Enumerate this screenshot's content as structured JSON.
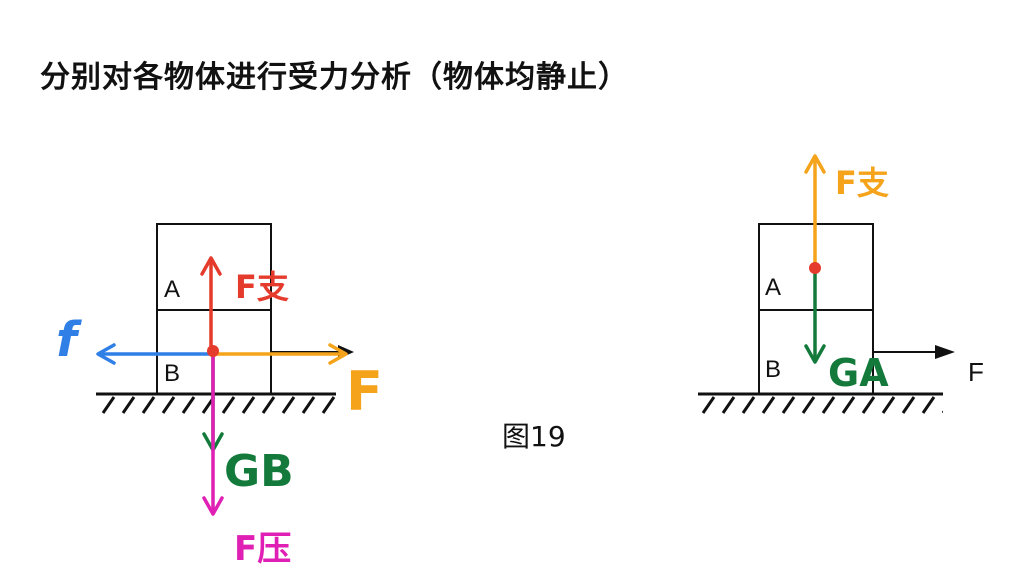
{
  "title": "分别对各物体进行受力分析（物体均静止）",
  "figure_caption": "图19",
  "colors": {
    "ink": "#111111",
    "red": "#e53b2c",
    "orange": "#f5a31a",
    "blue": "#2f7fe6",
    "green": "#137a3c",
    "magenta": "#e01fb4"
  },
  "left_diagram": {
    "block_a_label": "A",
    "block_b_label": "B",
    "forces": {
      "support": "F支",
      "friction": "f",
      "applied": "F",
      "gravity_b": "GB",
      "pressure": "F压"
    }
  },
  "right_diagram": {
    "block_a_label": "A",
    "block_b_label": "B",
    "applied_label": "F",
    "forces": {
      "support": "F支",
      "gravity_a": "GA"
    }
  }
}
